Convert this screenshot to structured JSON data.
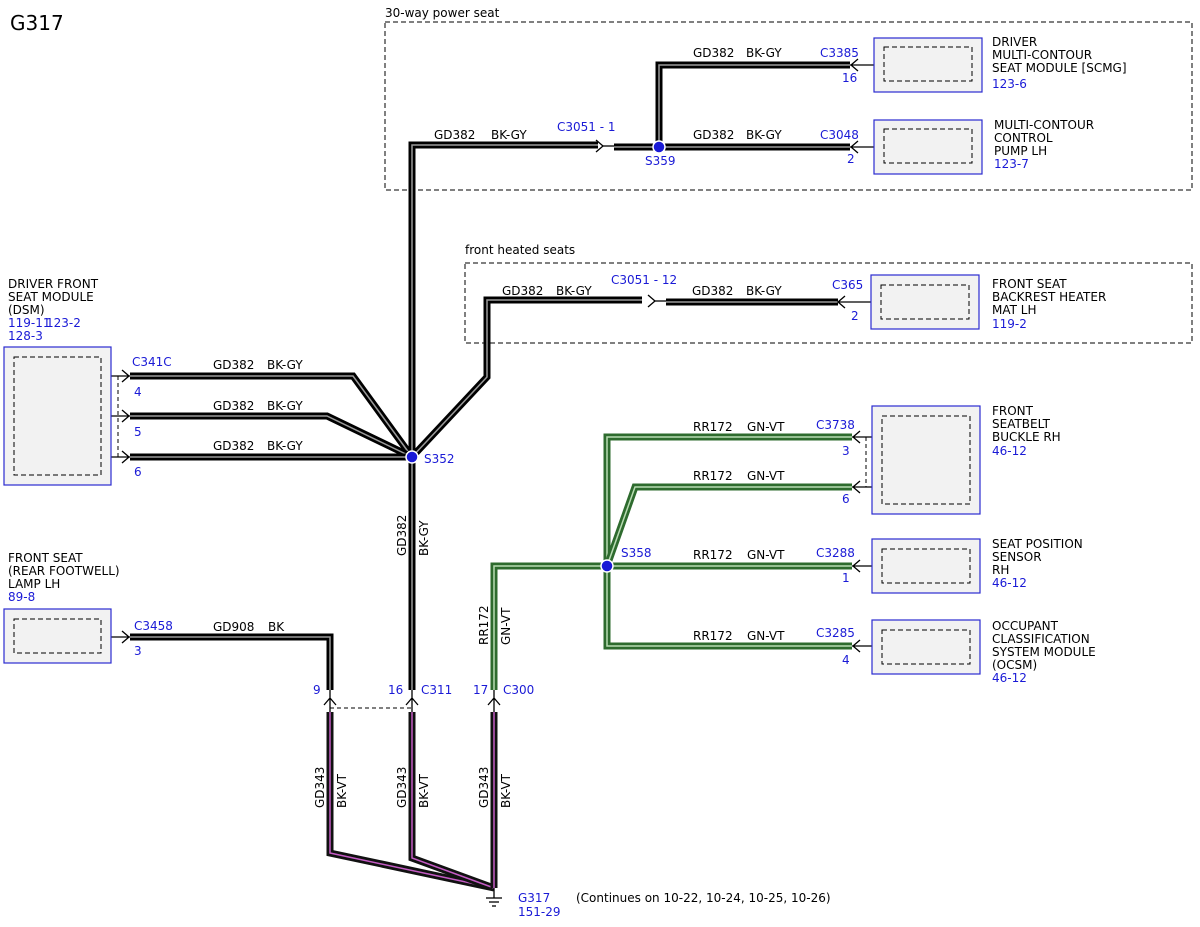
{
  "title": "G317",
  "frames": {
    "power_seat": "30-way power seat",
    "heated_seats": "front heated seats"
  },
  "modules": {
    "scmg": [
      "DRIVER",
      "MULTI-CONTOUR",
      "SEAT MODULE [SCMG]"
    ],
    "scmg_ref": "123-6",
    "pump": [
      "MULTI-CONTOUR",
      "CONTROL",
      "PUMP LH"
    ],
    "pump_ref": "123-7",
    "heater": [
      "FRONT SEAT",
      "BACKREST HEATER",
      "MAT LH"
    ],
    "heater_ref": "119-2",
    "dsm": [
      "DRIVER FRONT",
      "SEAT MODULE",
      "(DSM)"
    ],
    "dsm_ref1": "119-11",
    "dsm_ref2": "123-2",
    "dsm_ref3": "128-3",
    "buckle": [
      "FRONT",
      "SEATBELT",
      "BUCKLE RH"
    ],
    "buckle_ref": "46-12",
    "position": [
      "SEAT POSITION",
      "SENSOR",
      "RH"
    ],
    "position_ref": "46-12",
    "ocsm": [
      "OCCUPANT",
      "CLASSIFICATION",
      "SYSTEM MODULE",
      "(OCSM)"
    ],
    "ocsm_ref": "46-12",
    "lamp": [
      "FRONT SEAT",
      "(REAR FOOTWELL)",
      "LAMP LH"
    ],
    "lamp_ref": "89-8"
  },
  "connectors": {
    "c3385": "C3385",
    "c3385_pin": "16",
    "c3048": "C3048",
    "c3048_pin": "2",
    "c3051_1": "C3051 - 1",
    "c3051_12": "C3051 - 12",
    "c365": "C365",
    "c365_pin": "2",
    "c341c": "C341C",
    "c341c_pin4": "4",
    "c341c_pin5": "5",
    "c341c_pin6": "6",
    "c3738": "C3738",
    "c3738_pin3": "3",
    "c3738_pin6": "6",
    "c3288": "C3288",
    "c3288_pin": "1",
    "c3285": "C3285",
    "c3285_pin": "4",
    "c3458": "C3458",
    "c3458_pin": "3",
    "c311": "C311",
    "c311_pin9": "9",
    "c311_pin16": "16",
    "c300": "C300",
    "c300_pin": "17"
  },
  "splices": {
    "s359": "S359",
    "s352": "S352",
    "s358": "S358"
  },
  "wires": {
    "gd382": "GD382",
    "bkgy": "BK-GY",
    "rr172": "RR172",
    "gnvt": "GN-VT",
    "gd908": "GD908",
    "bk": "BK",
    "gd343": "GD343",
    "bkvt": "BK-VT"
  },
  "ground": {
    "id": "G317",
    "ref": "151-29",
    "note": "(Continues on 10-22, 10-24, 10-25, 10-26)"
  },
  "colors": {
    "blue_text": "#1a1ad6",
    "bk_gy": "#000000",
    "gn_vt": "#2e6b2e",
    "bk_vt": "#c45bc4"
  }
}
